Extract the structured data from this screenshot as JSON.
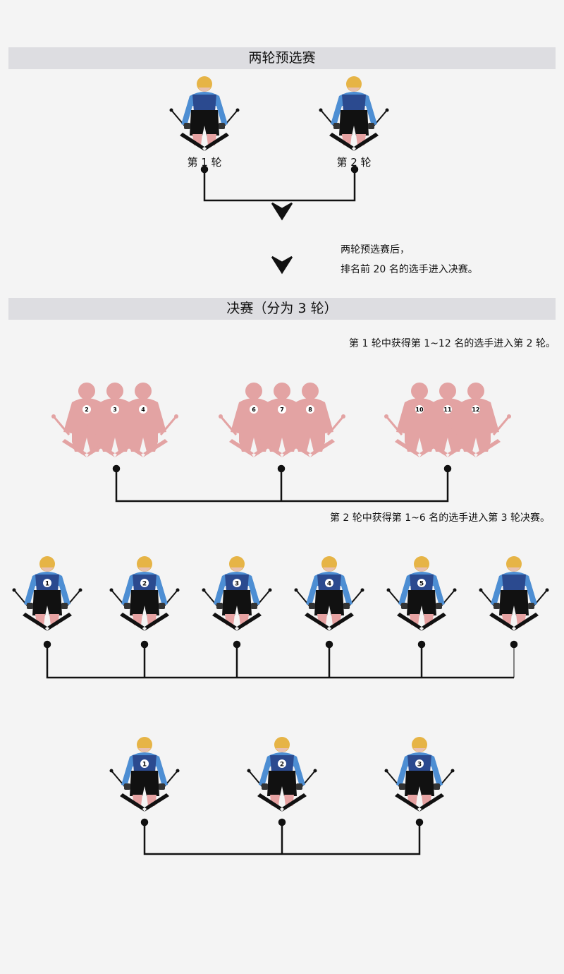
{
  "stages": {
    "qualifying": {
      "title": "两轮预选赛",
      "runs": [
        "第 1 轮",
        "第 2 轮"
      ],
      "note_lines": [
        "两轮预选赛后，",
        "排名前 20 名的选手进入决赛。"
      ]
    },
    "final": {
      "title": "决赛（分为 3 轮）",
      "round1_note": "第 1 轮中获得第 1~12 名的选手进入第 2 轮。",
      "round1_groups": [
        [
          "2",
          "3",
          "4"
        ],
        [
          "6",
          "7",
          "8"
        ],
        [
          "10",
          "11",
          "12"
        ]
      ],
      "round2_note": "第 2 轮中获得第 1~6 名的选手进入第 3 轮决赛。",
      "round2_bibs": [
        "1",
        "2",
        "3",
        "4",
        "5",
        ""
      ],
      "round3_bibs": [
        "1",
        "2",
        "3"
      ]
    }
  },
  "colors": {
    "helmet": "#e6b446",
    "jacket": "#4d8ed3",
    "vest": "#2b4a8f",
    "legs": "#e6a2a2",
    "pink": "#e3a3a3",
    "banner": "#dddde1"
  }
}
